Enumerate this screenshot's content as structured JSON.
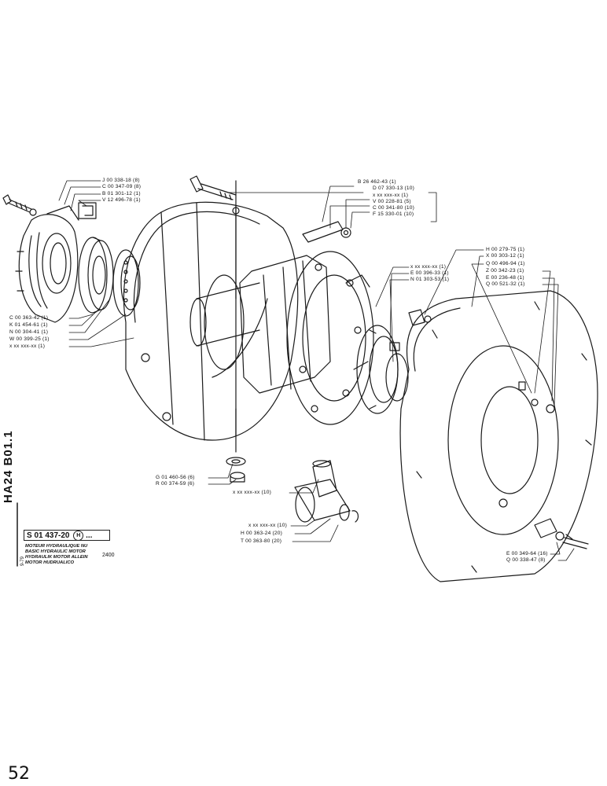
{
  "labels_top_left": [
    "J 00 338-18 (8)",
    "C 00 347-09 (8)",
    "B 01 301-12 (1)",
    "V 12 496-78 (1)"
  ],
  "labels_left": [
    "C 00 363-42 (1)",
    "K 01 454-61 (1)",
    "N 00 304-41 (1)",
    "W 00 399-25 (1)",
    "x xx xxx-xx (1)"
  ],
  "labels_top_center": [
    "B 26 462-43 (1)",
    "D 07 330-13 (10)",
    "x xx xxx-xx (1)",
    "V 00 228-81 (5)",
    "C 00 341-80 (10)",
    "F 15 330-01 (10)"
  ],
  "labels_center": [
    "x xx xxx-xx (1)",
    "E 00 396-33 (1)",
    "N 01 303-53 (1)"
  ],
  "labels_right": [
    "H 00 279-75 (1)",
    "X 00 303-12 (1)",
    "Q 00 496-94 (1)",
    "Z 00 342-23 (1)",
    "E 00 236-48 (1)",
    "Q 00 521-32 (1)"
  ],
  "labels_bottom_mid": [
    "G 01 460-56 (6)",
    "R 00 374-59 (6)"
  ],
  "label_pin": "x xx xxx-xx (10)",
  "labels_piston": [
    "x xx xxx-xx (10)",
    "H 00 363-24 (20)",
    "T 00 363-80 (20)"
  ],
  "labels_bottom_right": [
    "E 00 349-64 (16)",
    "Q 00 338-47 (8)"
  ],
  "side_code": "HA24 B01.1",
  "side_date": "9-79",
  "ref_number": "S 01 437-20",
  "ref_suffix": "H",
  "ref_dots": "...",
  "description": [
    "MOTEUR HYDRAULIQUE NU",
    "BASIC HYDRAULIC MOTOR",
    "HYDRAULIK MOTOR ALLEIN",
    "MOTOR HUDRUALICO"
  ],
  "desc_code": "2400",
  "page_number": "52"
}
